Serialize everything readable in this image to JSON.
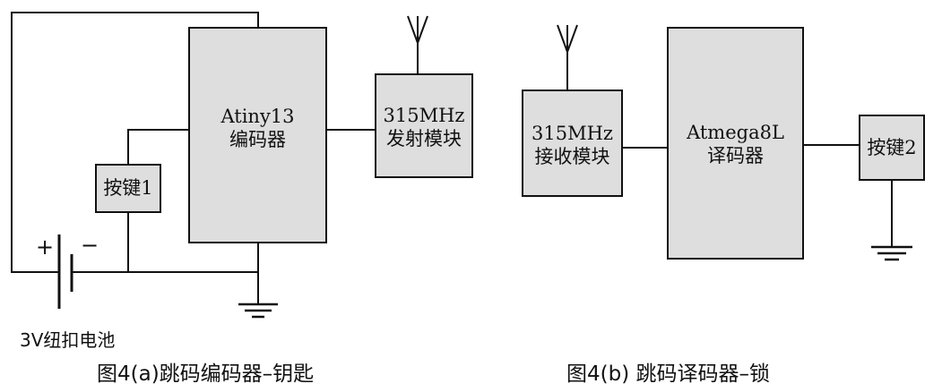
{
  "left": {
    "encoder": {
      "line1": "Atiny13",
      "line2": "编码器"
    },
    "transmitter": {
      "line1": "315MHz",
      "line2": "发射模块"
    },
    "button": "按键1",
    "battery_label": "3V纽扣电池",
    "plus_sign": "+",
    "minus_sign": "−",
    "caption": "图4(a)跳码编码器–钥匙"
  },
  "right": {
    "receiver": {
      "line1": "315MHz",
      "line2": "接收模块"
    },
    "decoder": {
      "line1": "Atmega8L",
      "line2": "译码器"
    },
    "button": "按键2",
    "caption": "图4(b) 跳码译码器–锁"
  }
}
